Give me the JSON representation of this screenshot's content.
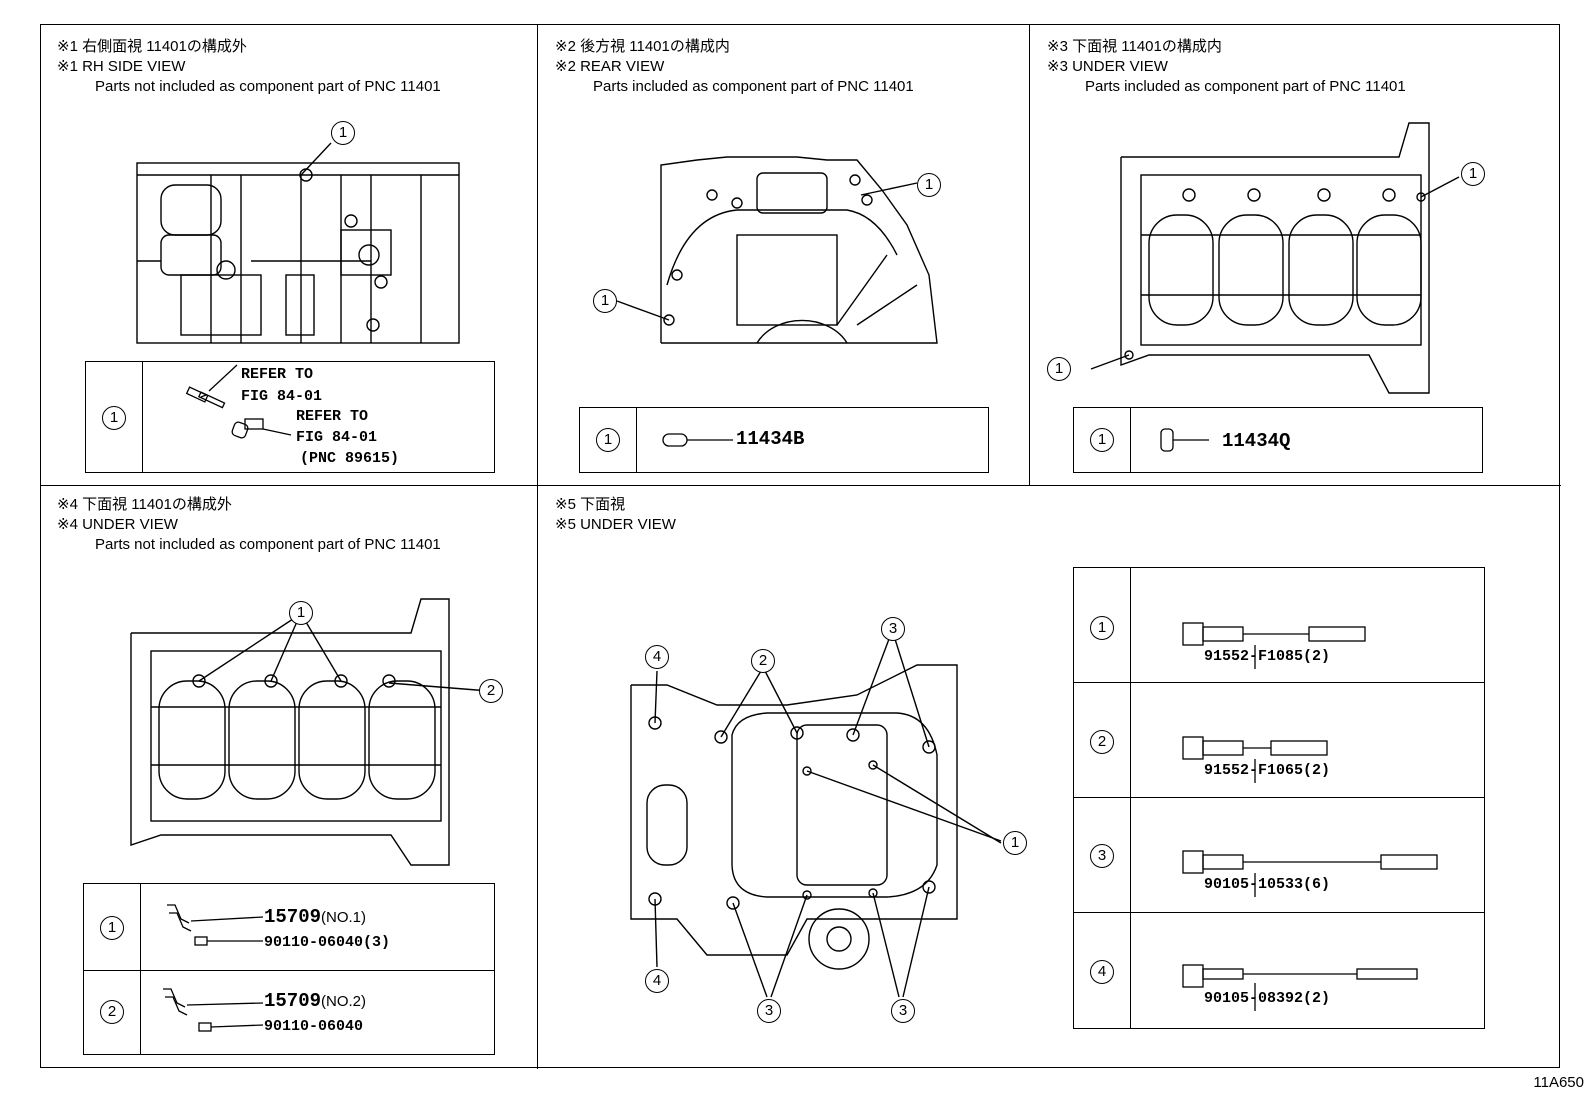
{
  "panels": {
    "p1": {
      "jp": "※1 右側面視 11401の構成外",
      "en": "※1 RH SIDE VIEW",
      "note": "Parts not included as component part of PNC 11401",
      "callout": "1",
      "legend": {
        "num": "1",
        "refer1": "REFER TO",
        "fig1": "FIG 84-01",
        "refer2": "REFER TO",
        "fig2": "FIG 84-01",
        "pnc": "(PNC 89615)"
      }
    },
    "p2": {
      "jp": "※2 後方視 11401の構成内",
      "en": "※2 REAR VIEW",
      "note": "Parts included as component part of PNC 11401",
      "callout": "1",
      "legend": {
        "num": "1",
        "part": "11434B"
      }
    },
    "p3": {
      "jp": "※3 下面視 11401の構成内",
      "en": "※3 UNDER VIEW",
      "note": "Parts included as component part of PNC 11401",
      "callout": "1",
      "legend": {
        "num": "1",
        "part": "11434Q"
      }
    },
    "p4": {
      "jp": "※4 下面視 11401の構成外",
      "en": "※4 UNDER VIEW",
      "note": "Parts not included as component part of PNC 11401",
      "callout1": "1",
      "callout2": "2",
      "legend": [
        {
          "num": "1",
          "part": "15709",
          "qual": "(NO.1)",
          "bolt": "90110-06040(3)"
        },
        {
          "num": "2",
          "part": "15709",
          "qual": "(NO.2)",
          "bolt": "90110-06040"
        }
      ]
    },
    "p5": {
      "jp": "※5 下面視",
      "en": "※5 UNDER VIEW",
      "callouts": [
        "1",
        "2",
        "3",
        "4"
      ],
      "legend": [
        {
          "num": "1",
          "part": "91552-F1085(2)"
        },
        {
          "num": "2",
          "part": "91552-F1065(2)"
        },
        {
          "num": "3",
          "part": "90105-10533(6)"
        },
        {
          "num": "4",
          "part": "90105-08392(2)"
        }
      ]
    }
  },
  "figure_code": "11A650"
}
